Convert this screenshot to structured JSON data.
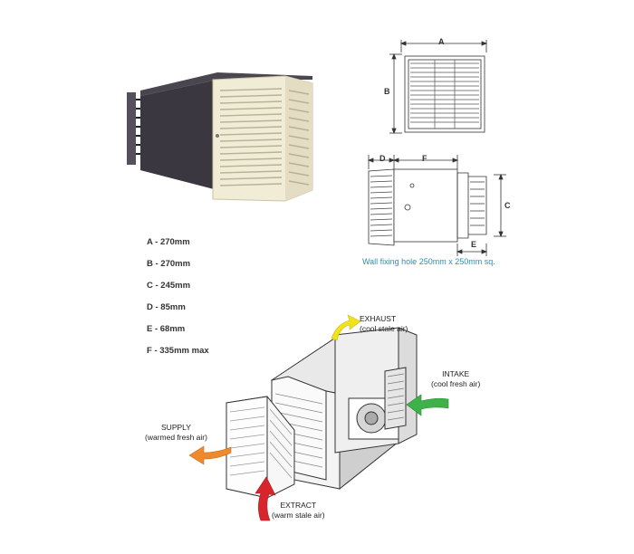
{
  "dimensions": [
    {
      "label": "A - 270mm"
    },
    {
      "label": "B - 270mm"
    },
    {
      "label": "C - 245mm"
    },
    {
      "label": "D - 85mm"
    },
    {
      "label": "E - 68mm"
    },
    {
      "label": "F - 335mm max"
    }
  ],
  "drawing_letters": {
    "a": "A",
    "b": "B",
    "c": "C",
    "d": "D",
    "e": "E",
    "f": "F"
  },
  "caption": "Wall fixing hole  250mm x 250mm sq.",
  "airflow": {
    "exhaust": {
      "title": "EXHAUST",
      "sub": "(cool stale air)",
      "color": "#f2e21c"
    },
    "intake": {
      "title": "INTAKE",
      "sub": "(cool fresh air)",
      "color": "#3fb14a"
    },
    "supply": {
      "title": "SUPPLY",
      "sub": "(warmed fresh air)",
      "color": "#ef8a2c"
    },
    "extract": {
      "title": "EXTRACT",
      "sub": "(warm stale air)",
      "color": "#d9242b"
    }
  }
}
